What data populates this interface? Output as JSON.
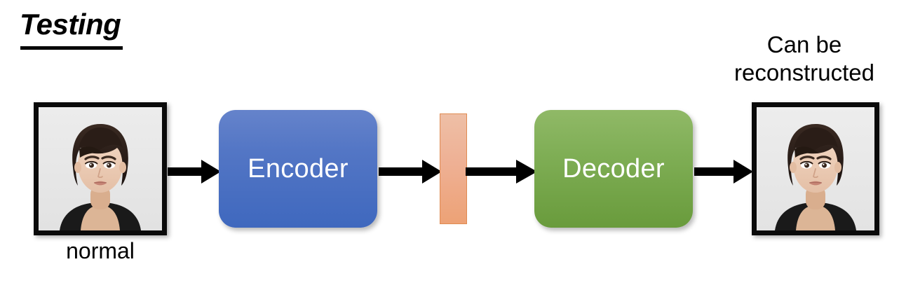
{
  "diagram": {
    "title": "Testing",
    "nodes": {
      "input_photo": {
        "icon": "portrait-photo",
        "caption": "normal"
      },
      "encoder": {
        "label": "Encoder",
        "color": "#5376c5"
      },
      "latent": {
        "label": "",
        "icon": "latent-bar",
        "color": "#eeb094"
      },
      "decoder": {
        "label": "Decoder",
        "color": "#7fae55"
      },
      "output_photo": {
        "icon": "portrait-photo",
        "caption_line1": "Can be",
        "caption_line2": "reconstructed"
      }
    },
    "arrows": [
      {
        "name": "input-to-encoder"
      },
      {
        "name": "encoder-to-latent"
      },
      {
        "name": "latent-to-decoder"
      },
      {
        "name": "decoder-to-output"
      }
    ],
    "colors": {
      "encoder_top": "#6583cb",
      "encoder_bottom": "#3f68be",
      "decoder_top": "#90b967",
      "decoder_bottom": "#699b3c",
      "latent_top": "#eebfa6",
      "latent_bottom": "#eda276",
      "latent_border": "#e08b52",
      "arrow": "#000000",
      "frame": "#0a0a0a",
      "text": "#000000"
    }
  }
}
